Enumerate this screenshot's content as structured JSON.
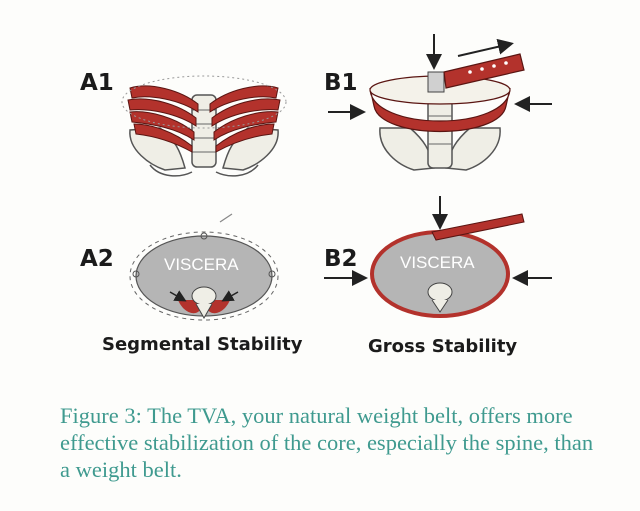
{
  "panels": {
    "a1": {
      "label": "A1"
    },
    "b1": {
      "label": "B1"
    },
    "a2": {
      "label": "A2",
      "viscera": "VISCERA"
    },
    "b2": {
      "label": "B2",
      "viscera": "VISCERA"
    }
  },
  "subcaptions": {
    "left": "Segmental Stability",
    "right": "Gross Stability"
  },
  "caption": "Figure 3: The TVA, your natural weight belt, offers more effective stabilization of the core, especially the spine, than a weight belt.",
  "colors": {
    "muscle": "#b3322c",
    "bone": "#efeee6",
    "viscera_fill": "#b5b5b5",
    "caption_text": "#3f9a8f"
  }
}
